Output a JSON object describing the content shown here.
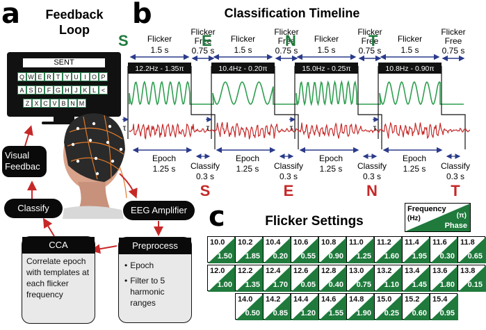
{
  "panel_a": {
    "letter": "a",
    "title_line1": "Feedback",
    "title_line2": "Loop",
    "screen_word": "SENT",
    "keyboard_rows": [
      [
        "Q",
        "W",
        "E",
        "R",
        "T",
        "Y",
        "U",
        "I",
        "O",
        "P"
      ],
      [
        "A",
        "S",
        "D",
        "F",
        "G",
        "H",
        "J",
        "K",
        "L",
        "<"
      ],
      [
        "Z",
        "X",
        "C",
        "V",
        "B",
        "N",
        "M"
      ]
    ],
    "visual_feedback_line1": "Visual",
    "visual_feedback_line2": "Feedbac",
    "classify": "Classify",
    "eeg_amplifier": "EEG Amplifier",
    "cca_title": "CCA",
    "cca_body": "Correlate epoch with templates at each flicker frequency",
    "preprocess_title": "Preprocess",
    "preprocess_items": [
      "Epoch",
      "Filter to 5 harmonic ranges"
    ]
  },
  "panel_b": {
    "letter": "b",
    "title": "Classification Timeline",
    "letters_green": [
      "S",
      "E",
      "N",
      "T"
    ],
    "letters_red": [
      "S",
      "E",
      "N",
      "T"
    ],
    "flicker_label": "Flicker",
    "flicker_duration": "1.5 s",
    "flicker_free_line1": "Flicker",
    "flicker_free_line2": "Free",
    "flicker_free_duration": "0.75 s",
    "freq_labels": [
      "12.2Hz - 1.35π",
      "10.4Hz - 0.20π",
      "15.0Hz - 0.25π",
      "10.8Hz - 0.90π"
    ],
    "tau": "τ",
    "epoch_label": "Epoch",
    "epoch_duration": "1.25 s",
    "classify_label": "Classify",
    "classify_duration": "0.3 s",
    "colors": {
      "green": "#2e9e4f",
      "red": "#c62828"
    }
  },
  "panel_c": {
    "letter": "c",
    "title": "Flicker Settings",
    "legend_frequency": "Frequency",
    "legend_hz": "(Hz)",
    "legend_pi": "(π)",
    "legend_phase": "Phase",
    "rows": [
      [
        [
          "10.0",
          "1.50"
        ],
        [
          "10.2",
          "1.85"
        ],
        [
          "10.4",
          "0.20"
        ],
        [
          "10.6",
          "0.55"
        ],
        [
          "10.8",
          "0.90"
        ],
        [
          "11.0",
          "1.25"
        ],
        [
          "11.2",
          "1.60"
        ],
        [
          "11.4",
          "1.95"
        ],
        [
          "11.6",
          "0.30"
        ],
        [
          "11.8",
          "0.65"
        ]
      ],
      [
        [
          "12.0",
          "1.00"
        ],
        [
          "12.2",
          "1.35"
        ],
        [
          "12.4",
          "1.70"
        ],
        [
          "12.6",
          "0.05"
        ],
        [
          "12.8",
          "0.40"
        ],
        [
          "13.0",
          "0.75"
        ],
        [
          "13.2",
          "1.10"
        ],
        [
          "13.4",
          "1.45"
        ],
        [
          "13.6",
          "1.80"
        ],
        [
          "13.8",
          "0.15"
        ]
      ],
      [
        [
          "14.0",
          "0.50"
        ],
        [
          "14.2",
          "0.85"
        ],
        [
          "14.4",
          "1.20"
        ],
        [
          "14.6",
          "1.55"
        ],
        [
          "14.8",
          "1.90"
        ],
        [
          "15.0",
          "0.25"
        ],
        [
          "15.2",
          "0.60"
        ],
        [
          "15.4",
          "0.95"
        ]
      ]
    ],
    "colors": {
      "green": "#1f7a3c"
    }
  }
}
